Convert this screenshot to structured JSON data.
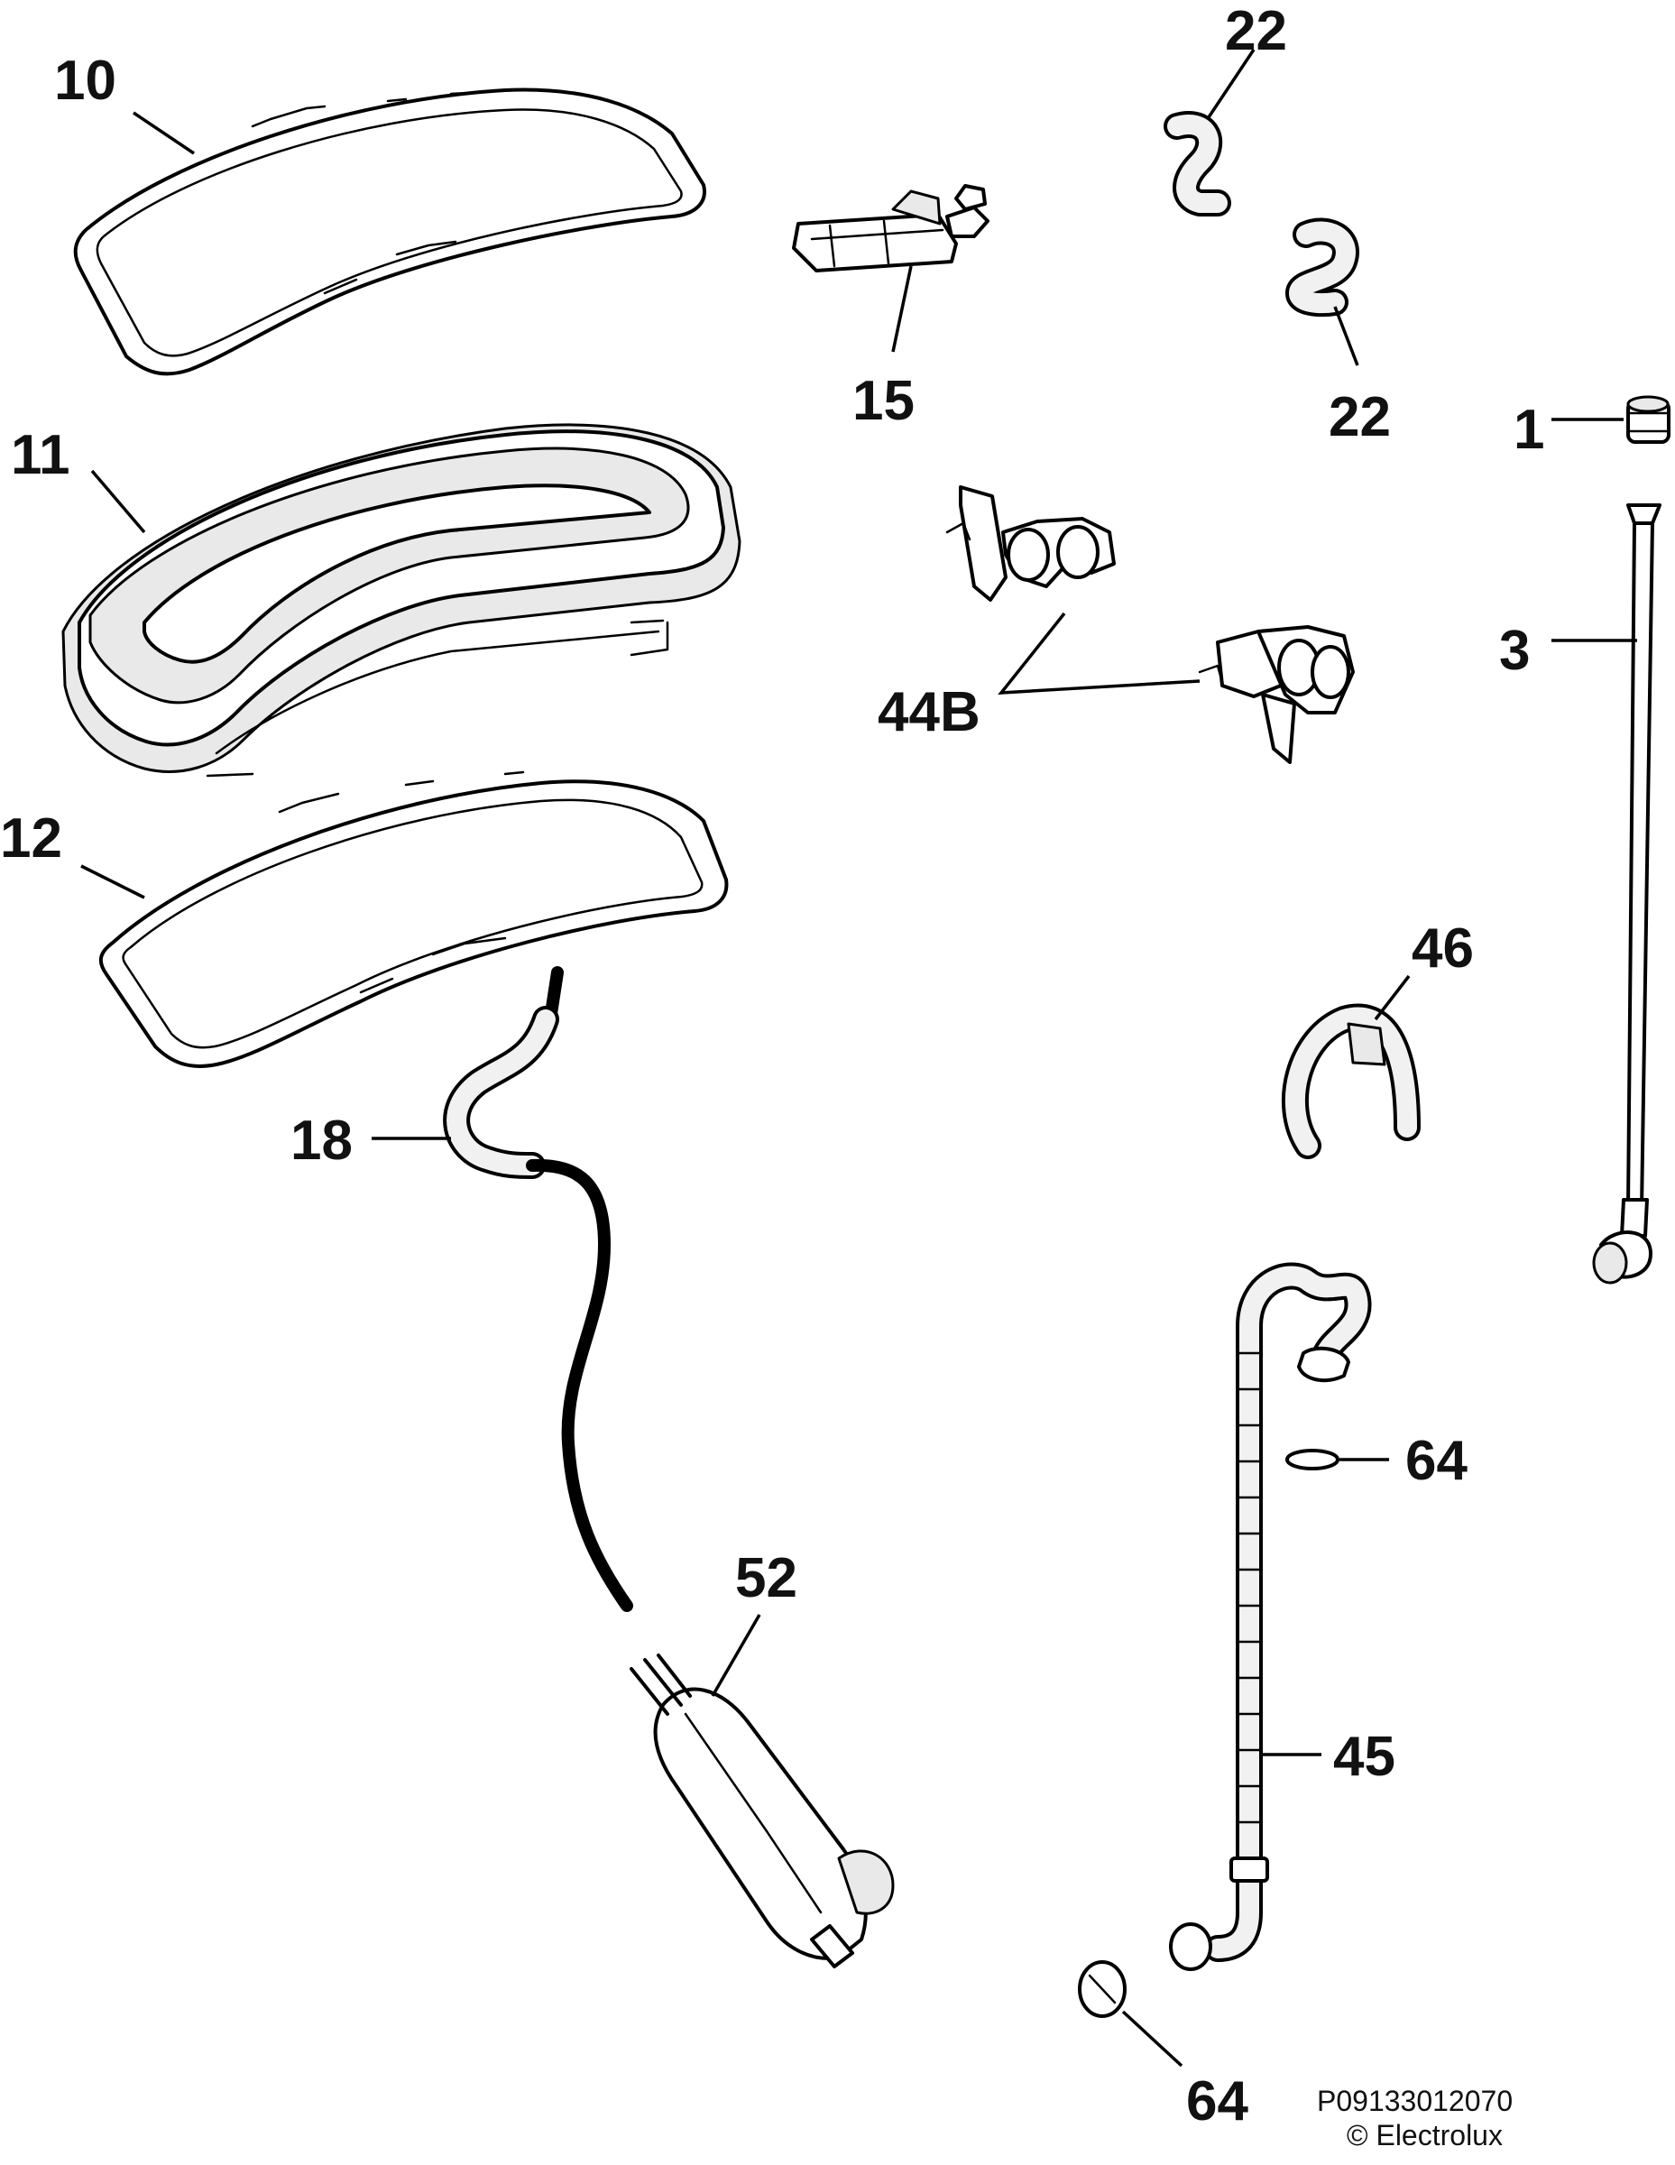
{
  "labels": {
    "p10": "10",
    "p11": "11",
    "p12": "12",
    "p15": "15",
    "p22a": "22",
    "p22b": "22",
    "p1": "1",
    "p3": "3",
    "p44b": "44B",
    "p46": "46",
    "p18": "18",
    "p52": "52",
    "p64a": "64",
    "p64b": "64",
    "p45": "45"
  },
  "footer": {
    "code": "P09133012070",
    "copyright": "© Electrolux"
  }
}
